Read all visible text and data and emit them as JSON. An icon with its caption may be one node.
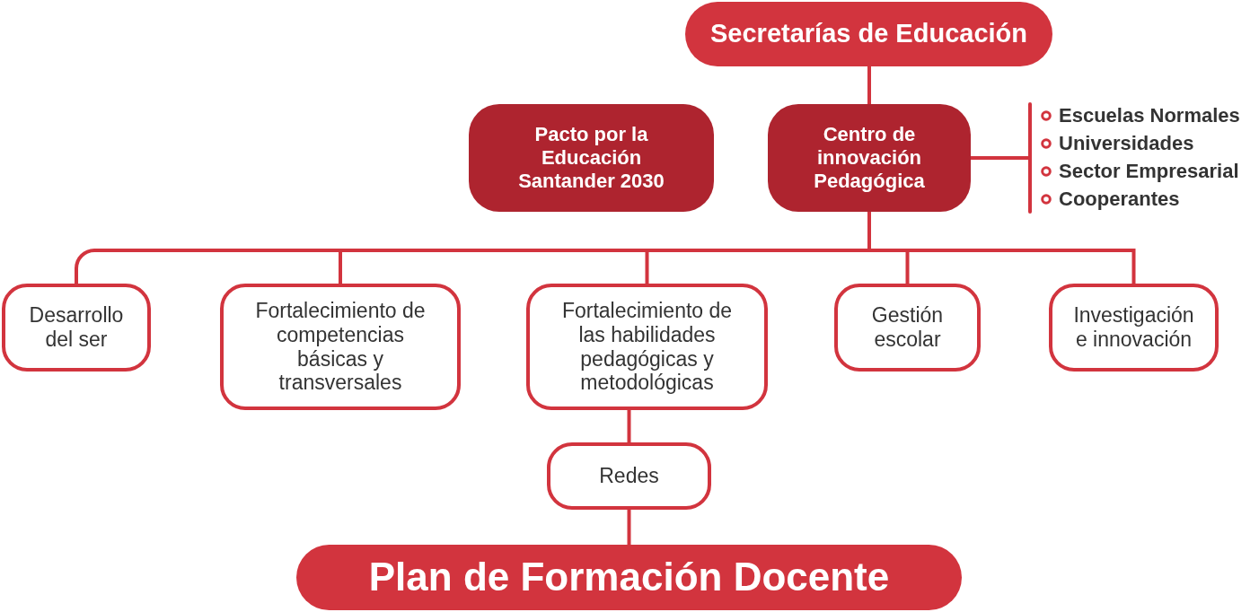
{
  "diagram": {
    "nodes": [
      {
        "text": [
          "Secretarías de Educación"
        ]
      },
      {
        "text": [
          "Pacto por la Educación Santander 2030"
        ]
      },
      {
        "text": [
          "Centro de innovación Pedagógica"
        ]
      },
      {
        "text": [
          "Escuelas Normales",
          "Universidades",
          "Sector Empresarial",
          "Cooperantes"
        ]
      },
      {
        "text": [
          "Desarrollo del ser"
        ]
      },
      {
        "text": [
          "Fortalecimiento de competencias básicas y transversales"
        ]
      },
      {
        "text": [
          "Fortalecimiento de las habilidades pedagógicas y metodológicas"
        ]
      },
      {
        "text": [
          "Gestión escolar"
        ]
      },
      {
        "text": [
          "Investigación e innovación"
        ]
      },
      {
        "text": [
          "Redes"
        ]
      },
      {
        "text": [
          "Plan de Formación Docente"
        ]
      }
    ],
    "edges": [
      {
        "from": 0,
        "to": 2,
        "arrow": "none"
      },
      {
        "from": 2,
        "to": 3,
        "arrow": "none"
      },
      {
        "from": 2,
        "to": 4,
        "arrow": "none"
      },
      {
        "from": 2,
        "to": 5,
        "arrow": "none"
      },
      {
        "from": 2,
        "to": 6,
        "arrow": "none"
      },
      {
        "from": 2,
        "to": 7,
        "arrow": "none"
      },
      {
        "from": 2,
        "to": 8,
        "arrow": "none"
      },
      {
        "from": 6,
        "to": 9,
        "arrow": "none"
      },
      {
        "from": 9,
        "to": 10,
        "arrow": "none"
      }
    ]
  }
}
